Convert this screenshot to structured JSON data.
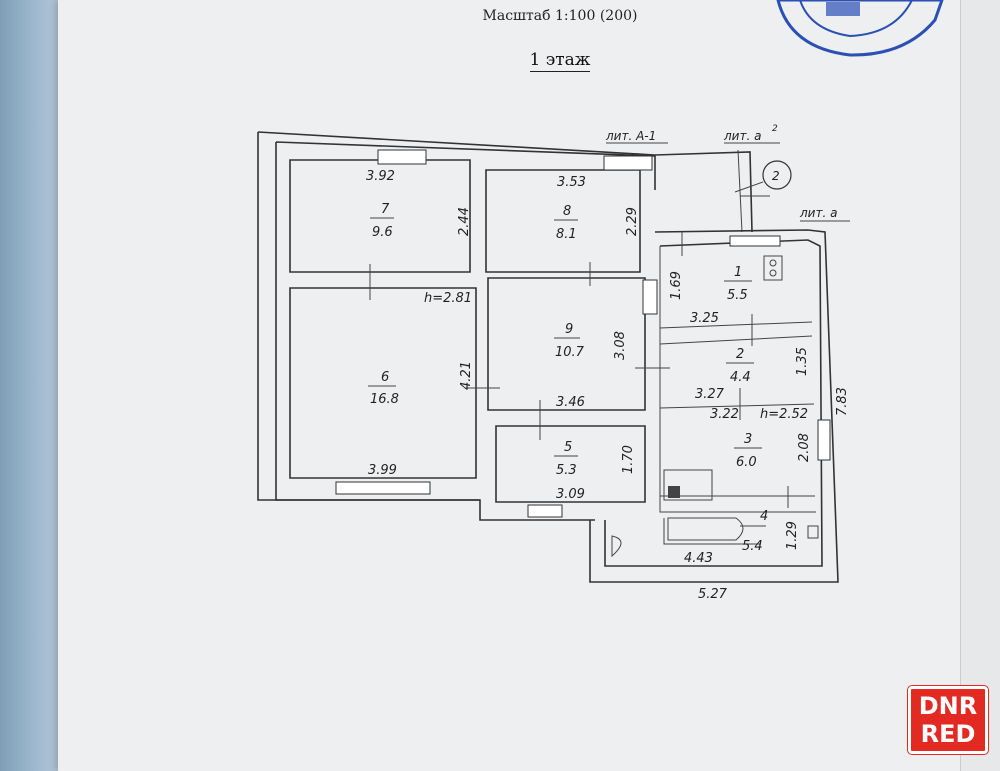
{
  "header": {
    "scale": "Масштаб 1:100 (200)",
    "floor": "1 этаж"
  },
  "labels": {
    "lit_a1": "лит. А-1",
    "lit_a2": "лит. а",
    "lit_a2_sup": "2",
    "lit_a": "лит. а",
    "marker": "2"
  },
  "rooms": [
    {
      "num": "7",
      "area": "9.6"
    },
    {
      "num": "8",
      "area": "8.1"
    },
    {
      "num": "6",
      "area": "16.8"
    },
    {
      "num": "9",
      "area": "10.7"
    },
    {
      "num": "5",
      "area": "5.3"
    },
    {
      "num": "1",
      "area": "5.5"
    },
    {
      "num": "2",
      "area": "4.4"
    },
    {
      "num": "3",
      "area": "6.0"
    },
    {
      "num": "4",
      "area": "5.4"
    }
  ],
  "dimensions": {
    "d392": "3.92",
    "d353": "3.53",
    "d244": "2.44",
    "d229": "2.29",
    "h281": "h=2.81",
    "d421": "4.21",
    "d308": "3.08",
    "d346": "3.46",
    "d399": "3.99",
    "d309": "3.09",
    "d170": "1.70",
    "d169": "1.69",
    "d325": "3.25",
    "d327": "3.27",
    "d135": "1.35",
    "d322": "3.22",
    "h252": "h=2.52",
    "d208": "2.08",
    "d783": "7.83",
    "d443": "4.43",
    "d129": "1.29",
    "d527": "5.27"
  },
  "watermark": {
    "line1": "DNR",
    "line2": "RED"
  },
  "colors": {
    "watermark": "#e32a22",
    "stamp": "#2a4fb5"
  }
}
